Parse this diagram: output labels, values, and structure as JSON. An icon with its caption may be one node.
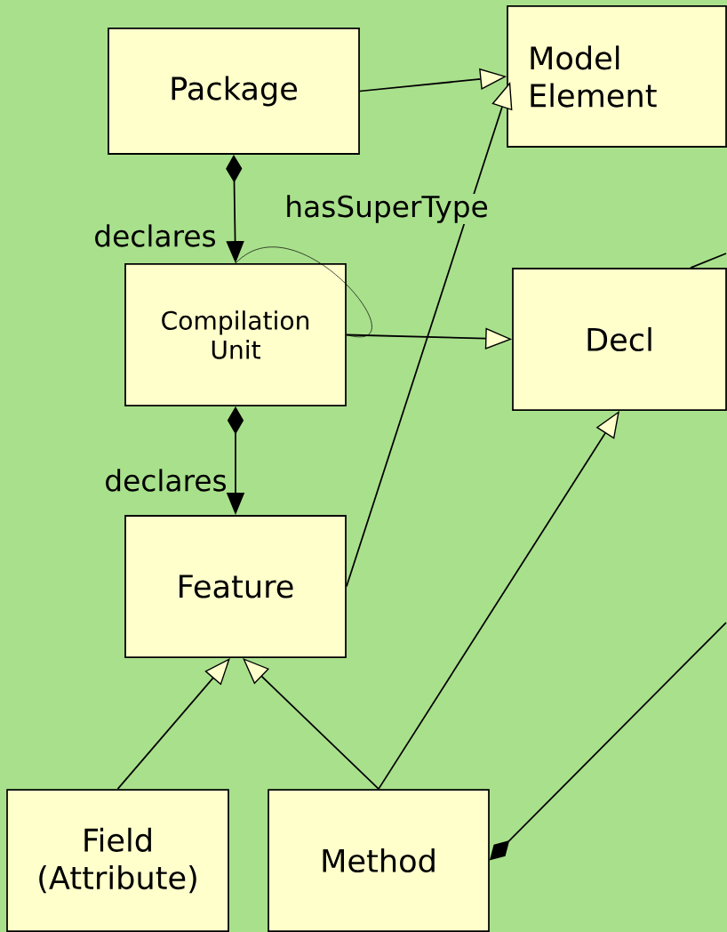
{
  "diagram": {
    "nodes": [
      {
        "text": [
          "Package"
        ]
      },
      {
        "text": [
          "Model Element"
        ]
      },
      {
        "text": [
          "Compilation Unit"
        ]
      },
      {
        "text": [
          "Decl"
        ]
      },
      {
        "text": [
          "Feature"
        ]
      },
      {
        "text": [
          "Field (Attribute)"
        ]
      },
      {
        "text": [
          "Method"
        ]
      }
    ],
    "edges": [
      {
        "from": 0,
        "to": 1,
        "arrow": "to"
      },
      {
        "from": 0,
        "to": 2,
        "arrow": "to",
        "label": "declares"
      },
      {
        "from": 2,
        "to": 2,
        "arrow": "none",
        "label": "hasSuperType"
      },
      {
        "from": 2,
        "to": 3,
        "arrow": "to"
      },
      {
        "from": 2,
        "to": 4,
        "arrow": "to",
        "label": "declares"
      },
      {
        "from": 4,
        "to": 1,
        "arrow": "to"
      },
      {
        "from": 5,
        "to": 4,
        "arrow": "to"
      },
      {
        "from": 6,
        "to": 4,
        "arrow": "to"
      },
      {
        "from": 6,
        "to": 3,
        "arrow": "to"
      },
      {
        "from": null,
        "to": 6,
        "arrow": "other"
      },
      {
        "from": 3,
        "to": null,
        "arrow": "none"
      }
    ]
  }
}
